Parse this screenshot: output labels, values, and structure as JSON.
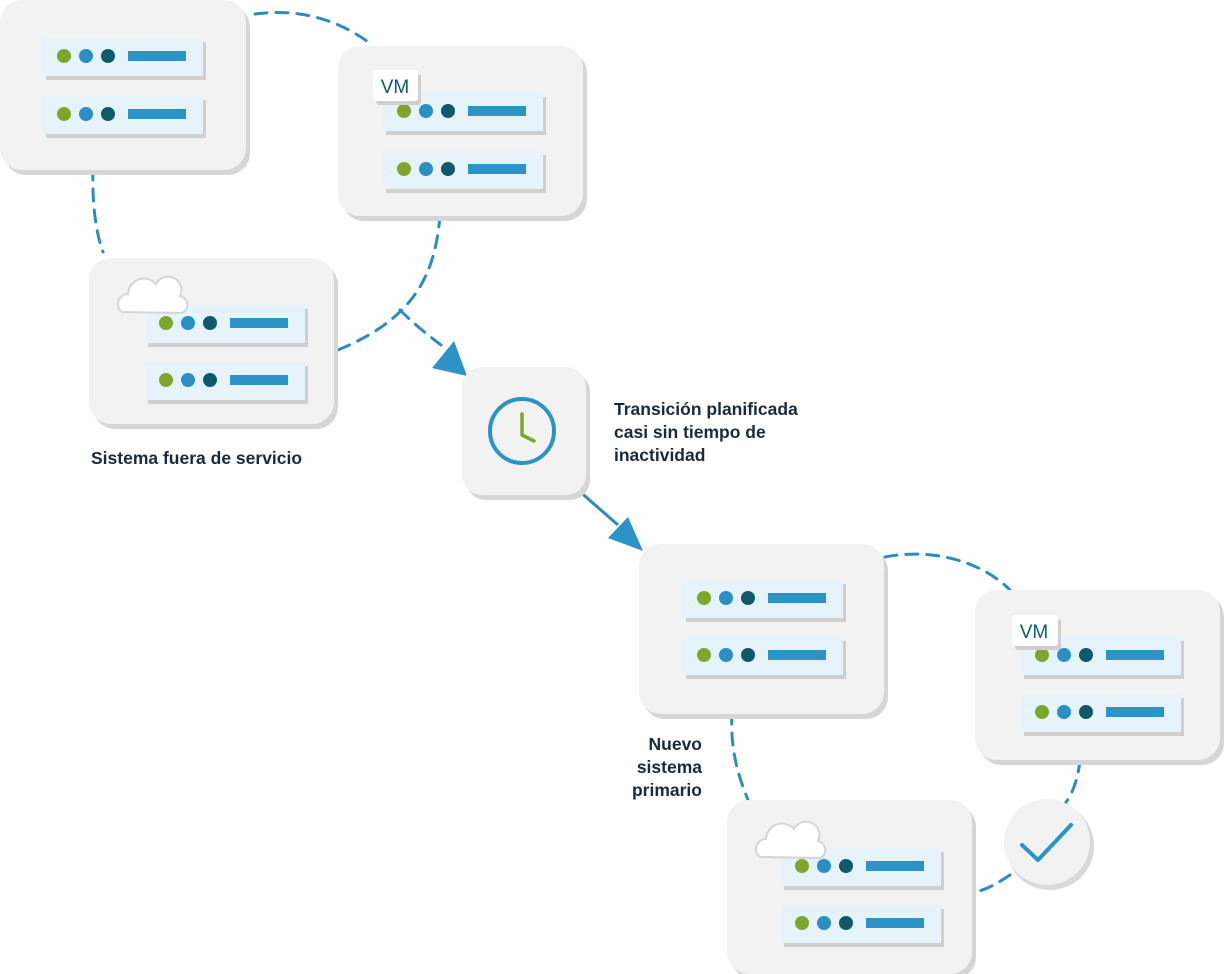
{
  "labels": {
    "out_of_service": "Sistema fuera de servicio",
    "transition": "Transición planificada\ncasi sin tiempo de\ninactividad",
    "new_primary": "Nuevo\nsistema\nprimario"
  },
  "vm_tags": {
    "top": "VM",
    "bottom": "VM"
  },
  "colors": {
    "panel": "#f2f2f2",
    "panel_shadow": "#d9d9d9",
    "row": "#e6f3fb",
    "row_shadow": "#cfcfcf",
    "dot_green": "#7fa62c",
    "dot_blue": "#2a8fc4",
    "dot_dark": "#0e5a6a",
    "bar": "#2b93c6",
    "line": "#2b8cbe",
    "text": "#1b2a3a"
  }
}
